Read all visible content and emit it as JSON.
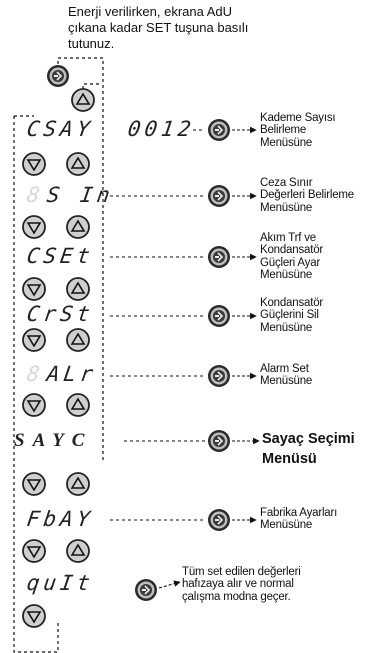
{
  "instruction": {
    "line1": "Enerji verilirken, ekrana AdU",
    "line2": "çıkana kadar SET tuşuna basılı",
    "line3": "tutunuz."
  },
  "display_codes": {
    "cs": "CSAY",
    "sin_dim": "8",
    "sin": "S In",
    "cset": "CSEt",
    "crst": "CrSt",
    "alr_dim": "8",
    "alr": "ALr",
    "sayc": "SAYC",
    "fbay": "FbAY",
    "quit": "quIt",
    "value": "0012"
  },
  "menu_labels": {
    "m1": [
      "Kademe Sayısı",
      "Belirleme",
      "Menüsüne"
    ],
    "m2": [
      "Ceza Sınır",
      "Değerleri Belirleme",
      "Menüsüne"
    ],
    "m3": [
      "Akım Trf ve",
      "Kondansatör",
      "Güçleri Ayar",
      "Menüsüne"
    ],
    "m4": [
      "Kondansatör",
      "Güçlerini Sil",
      "Menüsüne"
    ],
    "m5": [
      "Alarm Set",
      "Menüsüne"
    ],
    "m6": [
      "Sayaç Seçimi",
      "Menüsü"
    ],
    "m7": [
      "Fabrika Ayarları",
      "Menüsüne"
    ],
    "m8": [
      "Tüm set edilen değerleri",
      "hafızaya alır ve normal",
      "çalışma modna geçer."
    ]
  },
  "icons": {
    "set_button": "set-button-icon",
    "down_button": "down-arrow-button-icon",
    "up_button": "up-arrow-button-icon"
  }
}
